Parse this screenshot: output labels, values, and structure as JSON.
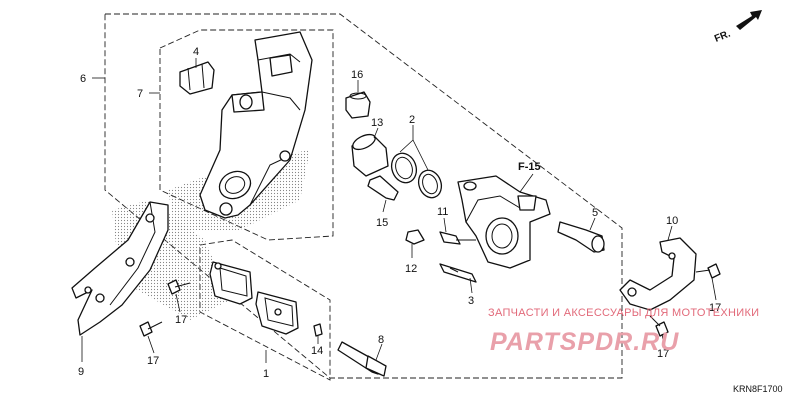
{
  "diagram": {
    "code": "KRN8F1700",
    "direction_label": "FR.",
    "ref_label": "F-15",
    "part_numbers": {
      "p1": "1",
      "p2": "2",
      "p3": "3",
      "p4": "4",
      "p5": "5",
      "p6": "6",
      "p7": "7",
      "p8": "8",
      "p9": "9",
      "p10": "10",
      "p11": "11",
      "p12": "12",
      "p13": "13",
      "p14": "14",
      "p15": "15",
      "p16": "16",
      "p17a": "17",
      "p17b": "17",
      "p17c": "17",
      "p17d": "17"
    }
  },
  "watermark": {
    "tagline": "ЗАПЧАСТИ И АКСЕССУАРЫ ДЛЯ МОТОТЕХНИКИ",
    "brand": "PARTSPDR.RU"
  },
  "colors": {
    "ink": "#111111",
    "watermark": "#e26a7a",
    "shade": "#9a9a9a"
  }
}
